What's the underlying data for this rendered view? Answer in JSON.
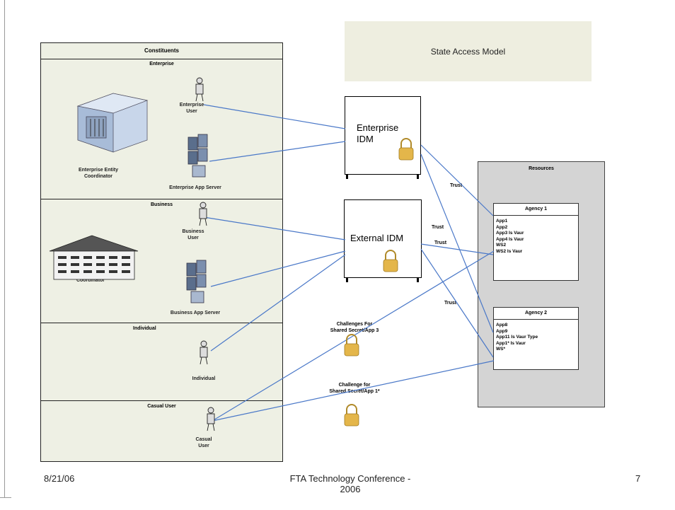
{
  "slide": {
    "title": "State Access Model",
    "footer_date": "8/21/06",
    "footer_center": "FTA Technology Conference -\n2006",
    "page_number": "7"
  },
  "constituents": {
    "header": "Constituents",
    "enterprise": {
      "title": "Enterprise",
      "user_label": "Enterprise\nUser",
      "building_label": "Enterprise Entity\nCoordinator",
      "server_label": "Enterprise App Server"
    },
    "business": {
      "title": "Business",
      "user_label": "Business\nUser",
      "building_label": "Business Account\nCoordinator",
      "server_label": "Business App Server"
    },
    "individual": {
      "title": "Individual",
      "user_label": "Individual"
    },
    "casual": {
      "title": "Casual User",
      "user_label": "Casual\nUser"
    }
  },
  "idm": {
    "enterprise_label": "Enterprise\nIDM",
    "external_label": "External IDM"
  },
  "resources": {
    "title": "Resources",
    "agency1": {
      "title": "Agency 1",
      "items": [
        "App1",
        "App2",
        "App3  Is Vaur",
        "App4  Is Vaur",
        "WS2",
        "WS2  Is Vaur"
      ]
    },
    "agency2": {
      "title": "Agency 2",
      "items": [
        "App8",
        "App9",
        "App11  Is Vaur Type",
        "App1*  Is Vaur",
        "WS*"
      ]
    }
  },
  "edges": {
    "trust1": "Trust",
    "trust2": "Trust",
    "trust3": "Trust",
    "trust4": "Trust"
  },
  "challenges": {
    "c1": "Challenges For\nShared Secret/App  3",
    "c2": "Challenge for\nShared Secret/App  1*"
  },
  "colors": {
    "connector": "#4a78c8",
    "lock": "#e4b64a",
    "title_box": "#eeeee0",
    "panel": "#eef0e4",
    "resources_bg": "#d4d4d4"
  }
}
